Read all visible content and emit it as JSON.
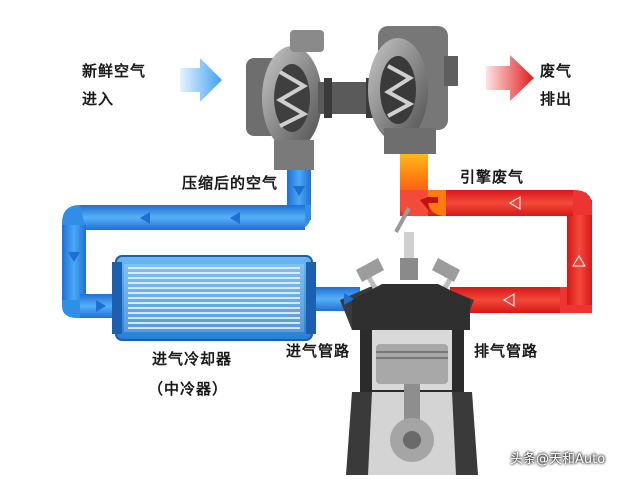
{
  "labels": {
    "fresh_air_line1": "新鲜空气",
    "fresh_air_line2": "进入",
    "exhaust_line1": "废气",
    "exhaust_line2": "排出",
    "compressed_air": "压缩后的空气",
    "engine_exhaust": "引擎废气",
    "intercooler_line1": "进气冷却器",
    "intercooler_line2": "（中冷器）",
    "intake_manifold": "进气管路",
    "exhaust_manifold": "排气管路"
  },
  "watermark": "头条@天和Auto",
  "colors": {
    "cold_air": "#2f8fe6",
    "hot_exhaust": "#e8282a",
    "warm_exhaust": "#ffa516"
  }
}
